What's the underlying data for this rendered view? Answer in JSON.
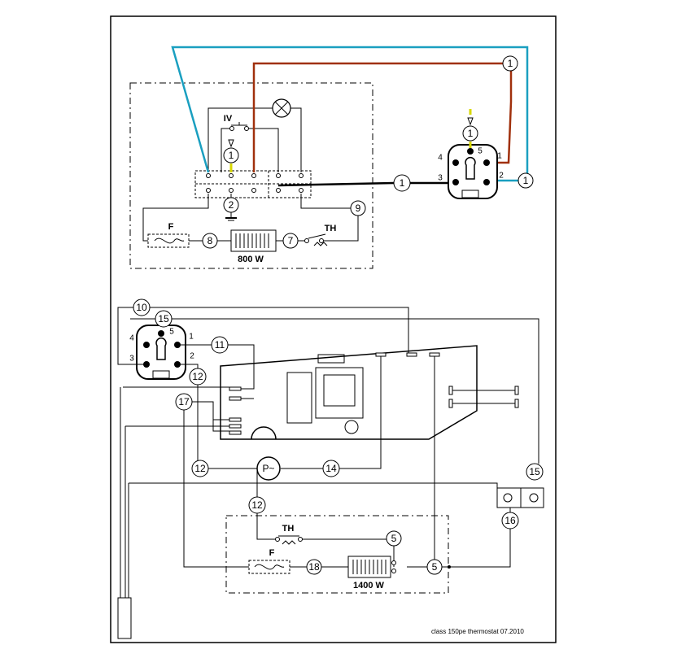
{
  "diagram": {
    "footer": "class 150pe thermostat  07.2010",
    "colors": {
      "cyan_wire": "#1a9fc0",
      "brown_wire": "#a0300c",
      "arrow": "#d8d800",
      "line": "#000000"
    },
    "upper": {
      "labels": {
        "switch": "IV",
        "fuse": "F",
        "heater": "800 W",
        "thermostat": "TH"
      },
      "circles": {
        "lamp_input": "1",
        "ground": "2",
        "fuse_link": "8",
        "therm_link": "7",
        "loop": "9",
        "right_top": "1",
        "socket_top": "1",
        "black_wire": "1",
        "cyan_end": "1"
      },
      "socket_pins": {
        "p1": "1",
        "p2": "2",
        "p3": "3",
        "p4": "4",
        "p5": "5"
      }
    },
    "lower": {
      "labels": {
        "pump": "P~",
        "thermostat": "TH",
        "fuse": "F",
        "heater": "1400 W"
      },
      "circles": {
        "c10": "10",
        "c15a": "15",
        "c11": "11",
        "c12a": "12",
        "c17": "17",
        "c12b": "12",
        "c14": "14",
        "c12c": "12",
        "c15b": "15",
        "c16": "16",
        "c5a": "5",
        "c18": "18",
        "c5b": "5"
      },
      "socket_pins": {
        "p1": "1",
        "p2": "2",
        "p3": "3",
        "p4": "4",
        "p5": "5"
      }
    }
  }
}
